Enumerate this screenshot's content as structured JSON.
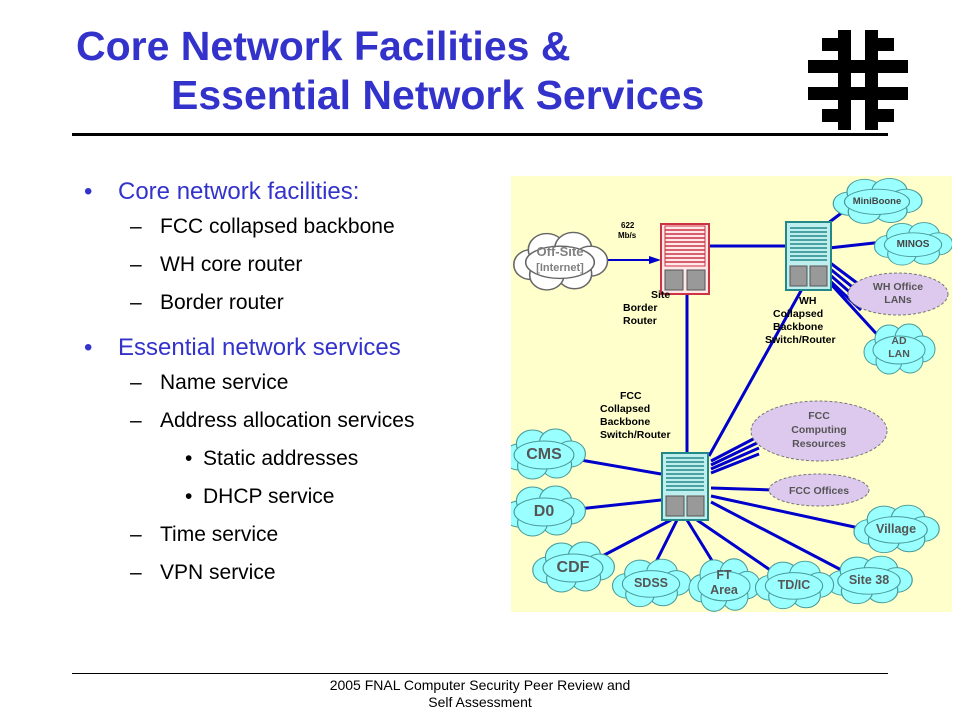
{
  "title": {
    "line1": "Core Network Facilities &",
    "line2": "Essential Network Services"
  },
  "logo": {
    "icon": "fermilab-logo-icon"
  },
  "bullets": {
    "core_heading": "Core network facilities:",
    "core_items": [
      "FCC collapsed backbone",
      "WH core router",
      "Border router"
    ],
    "essential_heading": "Essential network services",
    "name_service": "Name service",
    "address_service": "Address allocation services",
    "address_sub": [
      "Static addresses",
      "DHCP service"
    ],
    "time_service": "Time service",
    "vpn_service": "VPN service"
  },
  "diagram": {
    "offsite": {
      "line1": "Off-Site",
      "line2": "[Internet]"
    },
    "link_speed": {
      "line1": "622",
      "line2": "Mb/s"
    },
    "border_router": {
      "line1": "Site",
      "line2": "Border",
      "line3": "Router"
    },
    "wh_router": {
      "line1": "WH",
      "line2": "Collapsed",
      "line3": "Backbone",
      "line4": "Switch/Router"
    },
    "fcc_router": {
      "line1": "FCC",
      "line2": "Collapsed",
      "line3": "Backbone",
      "line4": "Switch/Router"
    },
    "miniboone": "MiniBoone",
    "minos": "MINOS",
    "wh_office": {
      "line1": "WH Office",
      "line2": "LANs"
    },
    "ad_lan": {
      "line1": "AD",
      "line2": "LAN"
    },
    "fcc_computing": {
      "line1": "FCC",
      "line2": "Computing",
      "line3": "Resources"
    },
    "fcc_offices": "FCC Offices",
    "village": "Village",
    "site38": "Site 38",
    "cms": "CMS",
    "d0": "D0",
    "cdf": "CDF",
    "sdss": "SDSS",
    "ft_area": {
      "line1": "FT",
      "line2": "Area"
    },
    "tdic": "TD/IC",
    "colors": {
      "background": "#ffffcc",
      "link": "#0000cc",
      "cloud": "#99ffff",
      "lavender": "#ddc8ee",
      "border_router": "#cc3344",
      "switch": "#66cccc"
    }
  },
  "footer": {
    "line1": "2005 FNAL Computer Security Peer Review and",
    "line2": "Self Assessment"
  }
}
